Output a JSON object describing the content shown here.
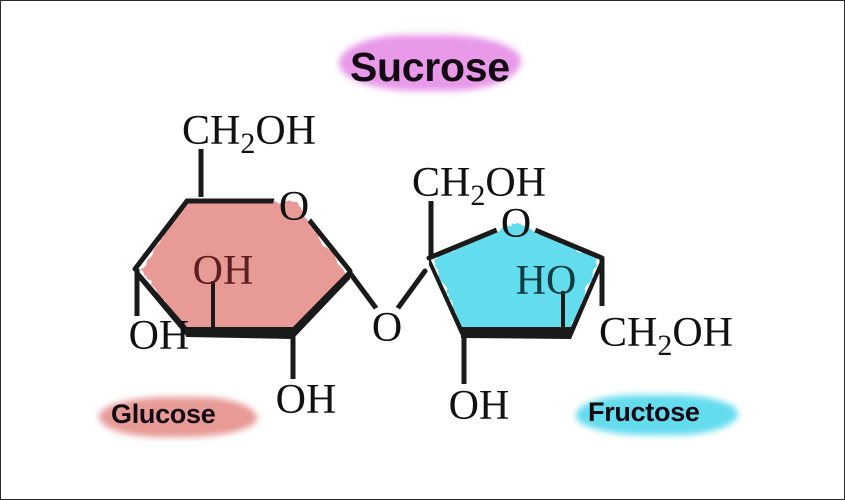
{
  "title": {
    "label": "Sucrose",
    "highlight_color": "#e899e8"
  },
  "background_color": "#ffffff",
  "bond_color": "#1a1a1a",
  "molecules": [
    {
      "name": "glucose",
      "label": "Glucose",
      "ring_type": "pyranose",
      "ring_sides": 6,
      "fill_color": "#e79a96",
      "highlight_color": "#e79a96",
      "interior_text_color": "#5c1f1f",
      "ring_oxygen_label": "O",
      "substituents": [
        {
          "id": "glucose-ch2oh-top",
          "label_html": "CH<sub>2</sub>OH",
          "label_text": "CH2OH",
          "color": "#111111"
        },
        {
          "id": "glucose-oh-interior",
          "label_text": "OH",
          "color": "#5c1f1f"
        },
        {
          "id": "glucose-oh-left",
          "label_text": "OH",
          "color": "#111111"
        },
        {
          "id": "glucose-oh-bottom",
          "label_text": "OH",
          "color": "#111111"
        }
      ]
    },
    {
      "name": "fructose",
      "label": "Fructose",
      "ring_type": "furanose",
      "ring_sides": 5,
      "fill_color": "#63dced",
      "highlight_color": "#63dced",
      "interior_text_color": "#0d3b42",
      "ring_oxygen_label": "O",
      "substituents": [
        {
          "id": "fructose-ch2oh-top",
          "label_html": "CH<sub>2</sub>OH",
          "label_text": "CH2OH",
          "color": "#111111"
        },
        {
          "id": "fructose-ho-interior",
          "label_text": "HO",
          "color": "#0d3b42"
        },
        {
          "id": "fructose-ch2oh-right",
          "label_html": "CH<sub>2</sub>OH",
          "label_text": "CH2OH",
          "color": "#111111"
        },
        {
          "id": "fructose-oh-bottom",
          "label_text": "OH",
          "color": "#111111"
        }
      ]
    }
  ],
  "linkage": {
    "name": "glycosidic-bond",
    "bridge_atom_label": "O",
    "color": "#111111"
  },
  "atom_labels": {
    "ch2oh": "CH2OH",
    "oh": "OH",
    "ho": "HO",
    "o": "O",
    "c": "C",
    "h": "H",
    "subscript_two": "2"
  }
}
